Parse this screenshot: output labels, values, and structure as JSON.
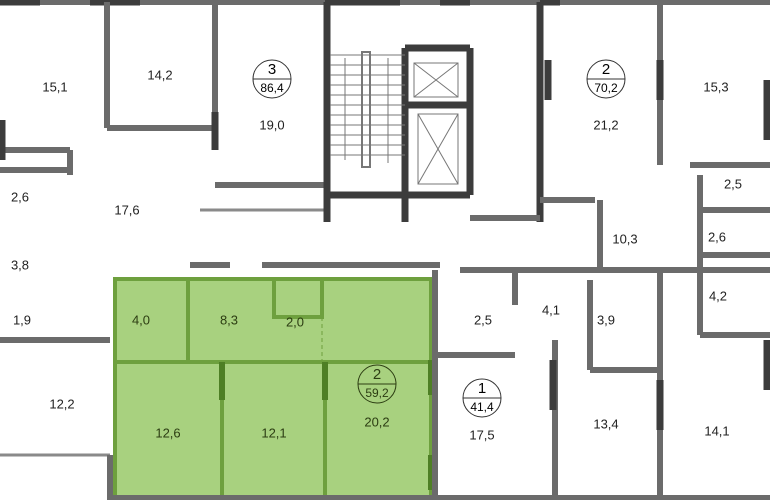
{
  "colors": {
    "highlight": "#a8d17f",
    "highlight_wall": "#6ea03e",
    "wall": "#6b6b6b",
    "core": "#3c3c3c"
  },
  "apartments": [
    {
      "rooms": "3",
      "area": "86,4"
    },
    {
      "rooms": "2",
      "area": "70,2"
    },
    {
      "rooms": "2",
      "area": "59,2"
    },
    {
      "rooms": "1",
      "area": "41,4"
    }
  ],
  "rooms": {
    "r15_1": "15,1",
    "r14_2": "14,2",
    "r19_0": "19,0",
    "r21_2": "21,2",
    "r15_3": "15,3",
    "r2_6a": "2,6",
    "r17_6": "17,6",
    "r3_8": "3,8",
    "r1_9": "1,9",
    "r12_2": "12,2",
    "r2_5a": "2,5",
    "r10_3": "10,3",
    "r2_6b": "2,6",
    "r4_2": "4,2",
    "r4_0": "4,0",
    "r8_3": "8,3",
    "r2_0": "2,0",
    "r12_6": "12,6",
    "r12_1": "12,1",
    "r20_2": "20,2",
    "r2_5b": "2,5",
    "r4_1": "4,1",
    "r3_9": "3,9",
    "r17_5": "17,5",
    "r13_4": "13,4",
    "r14_1": "14,1"
  }
}
